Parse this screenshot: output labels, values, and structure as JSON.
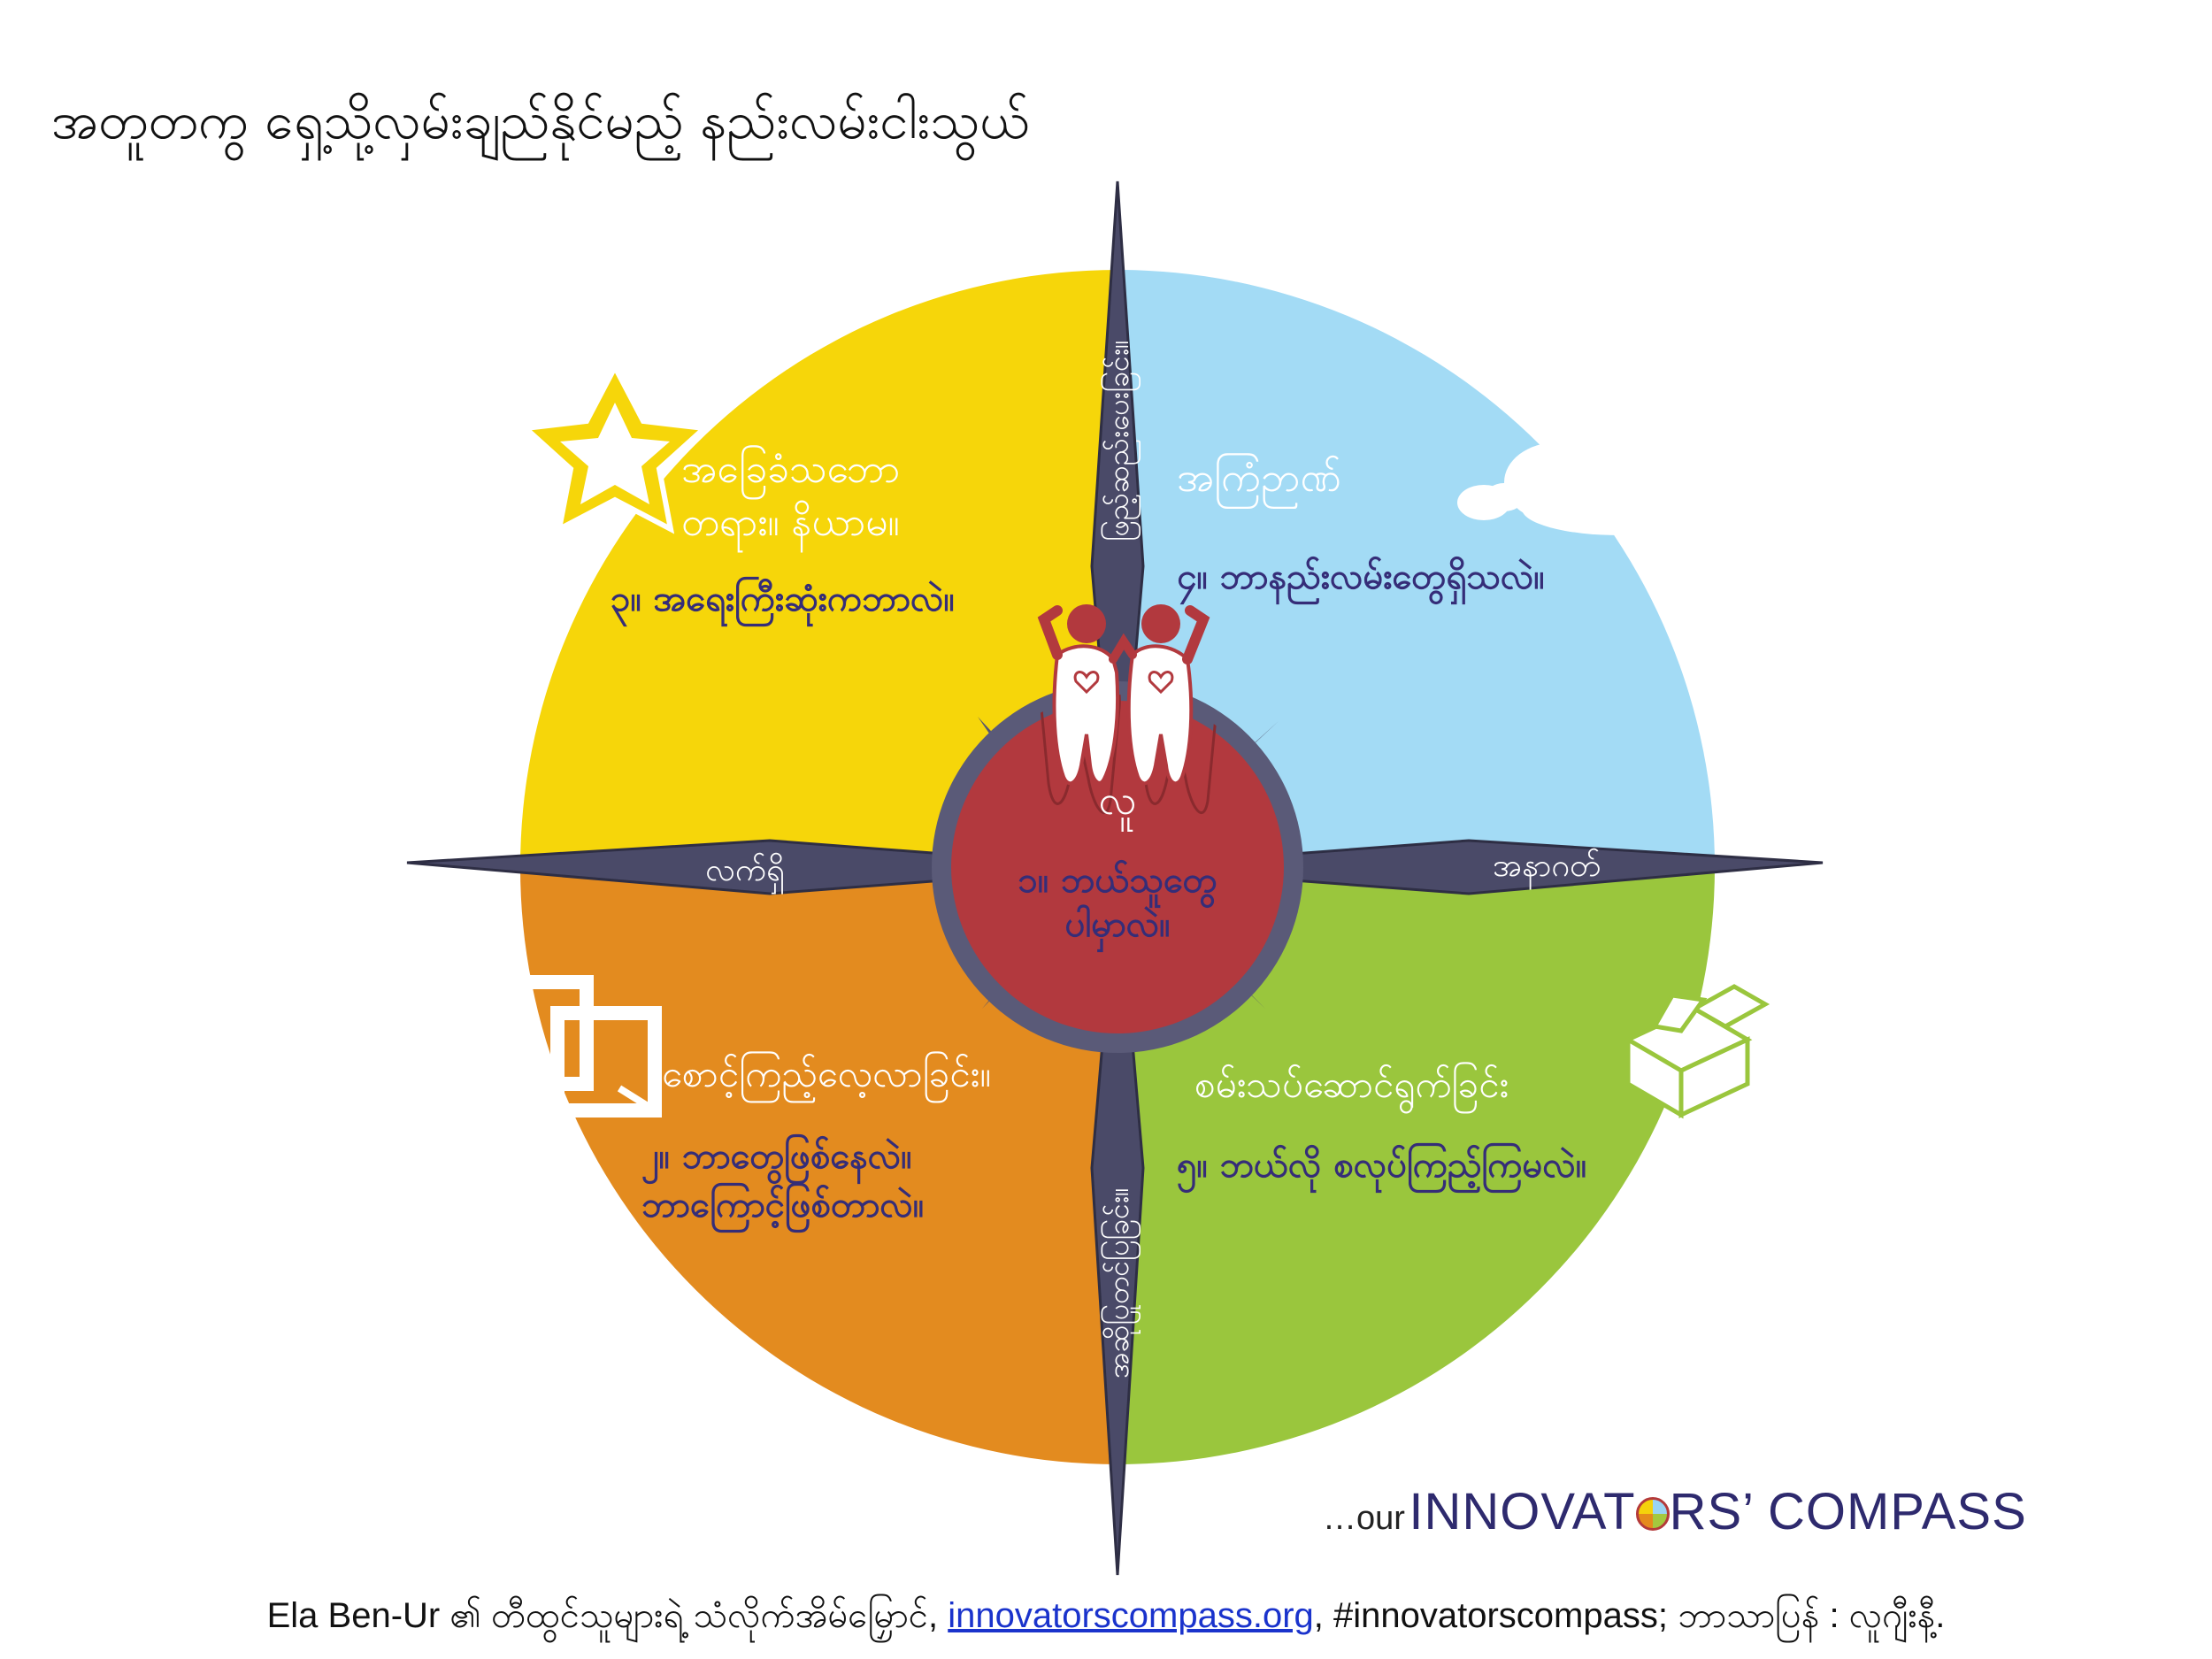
{
  "title": "အတူတကွ ရှေ့သို့လှမ်းချည်နိုင်မည့် နည်းလမ်းငါးသွယ်",
  "center": {
    "label": "လူ",
    "question": [
      "၁။ ဘယ်သူတွေ",
      "ပါမှာလဲ။"
    ]
  },
  "axes": {
    "left": "လက်ရှိ",
    "right": "အနာဂတ်",
    "top": "ဖြည့်ဆည်းပေးခြင်း။",
    "bottom": "အဆိုပြုတင်ပြခြင်း။"
  },
  "quadrants": {
    "top_left": {
      "heading": [
        "အခြေခံသဘော",
        "တရား။ နိယာမ။"
      ],
      "question": "၃။ အရေးကြီးဆုံးကဘာလဲ။",
      "icon": "star-icon",
      "color": "#f6d60a"
    },
    "top_right": {
      "heading": [
        "အကြံဉာဏ်"
      ],
      "question": "၄။ ဘာနည်းလမ်းတွေရှိသလဲ။",
      "icon": "cloud-icon",
      "color": "#a3dbf5"
    },
    "bottom_left": {
      "heading": [
        "စောင့်ကြည့်လေ့လာခြင်း။"
      ],
      "question": [
        "၂။ ဘာတွေဖြစ်နေလဲ။",
        "ဘာကြောင့်ဖြစ်တာလဲ။"
      ],
      "icon": "frame-icon",
      "color": "#e38b1f"
    },
    "bottom_right": {
      "heading": [
        "စမ်းသပ်ဆောင်ရွက်ခြင်း"
      ],
      "question": "၅။ ဘယ်လို စလုပ်ကြည့်ကြမလဲ။",
      "icon": "box-icon",
      "color": "#9ac63d"
    }
  },
  "colors": {
    "needle": "#4a4a68",
    "hub": "#b2393e",
    "question_text": "#352d78",
    "heading_text": "#ffffff"
  },
  "brand": {
    "prefix": "…our",
    "name_a": "INNOVAT",
    "name_b": "RS’ COMPASS"
  },
  "footer": {
    "before": "Ela Ben-Ur ၏ တီထွင်သူများရဲ့ သံလိုက်အိမ်မြှောင်, ",
    "link": "innovatorscompass.org",
    "after": ", #innovatorscompass; ဘာသာပြန် : လူဂျီးနီ့."
  }
}
